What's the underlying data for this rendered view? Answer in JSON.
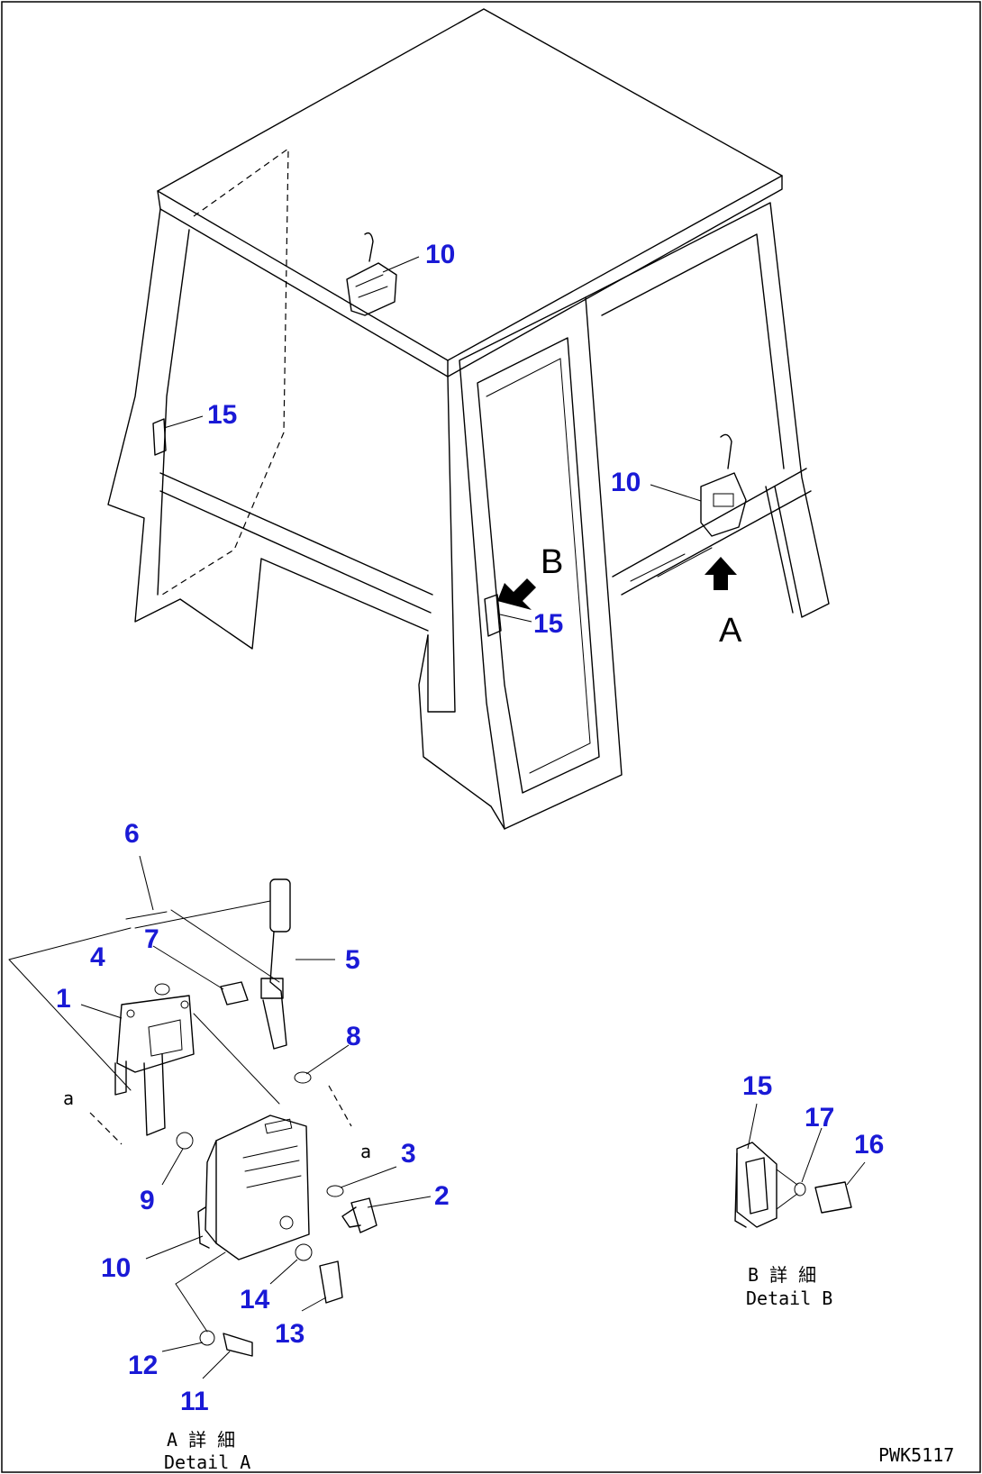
{
  "diagram": {
    "callouts": {
      "c10_top": "10",
      "c15_left": "15",
      "c10_right": "10",
      "c15_mid": "15",
      "c6": "6",
      "c7": "7",
      "c4": "4",
      "c5": "5",
      "c1": "1",
      "c8": "8",
      "c9": "9",
      "c3": "3",
      "c2": "2",
      "c10_detail": "10",
      "c14": "14",
      "c13": "13",
      "c12": "12",
      "c11": "11",
      "c15_detail": "15",
      "c17": "17",
      "c16": "16"
    },
    "view_labels": {
      "view_a": "A",
      "view_b": "B",
      "ref_a_left": "a",
      "ref_a_right": "a"
    },
    "captions": {
      "detail_a_jp": "A 詳 細",
      "detail_a_en": "Detail A",
      "detail_b_jp": "B 詳 細",
      "detail_b_en": "Detail B"
    },
    "drawing_code": "PWK5117"
  }
}
